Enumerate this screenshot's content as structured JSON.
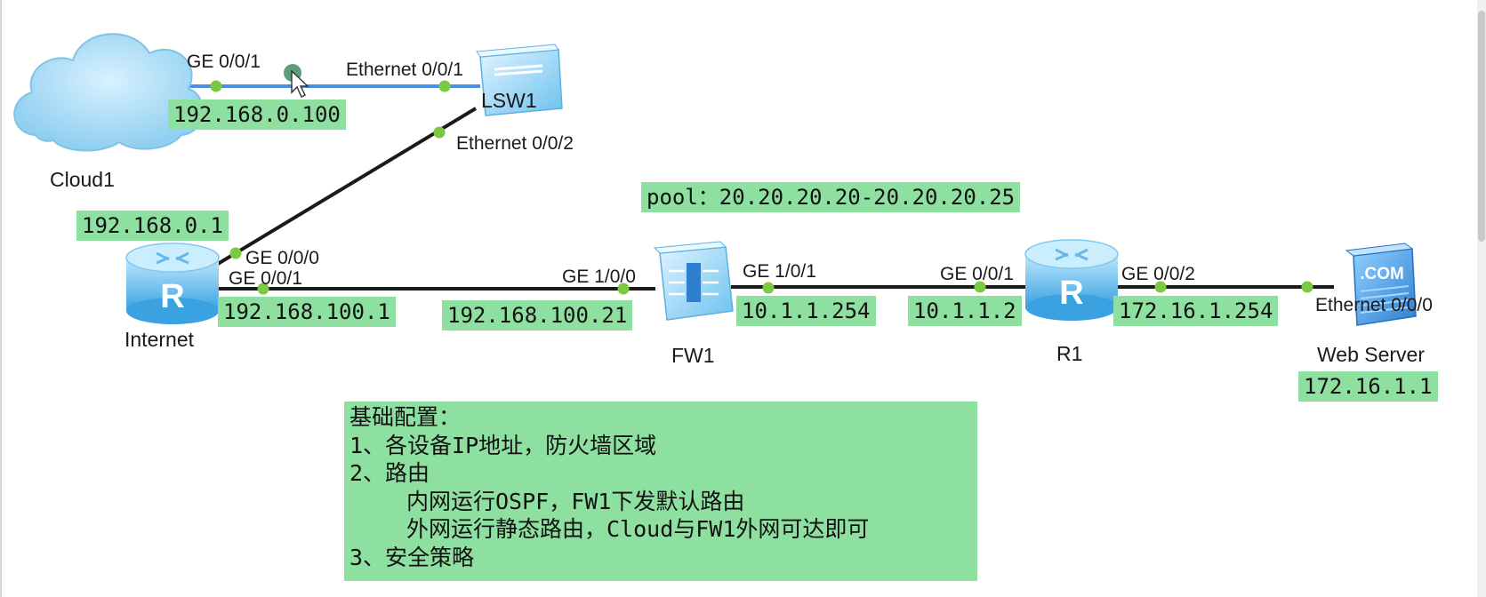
{
  "devices": {
    "cloud1": "Cloud1",
    "lsw1": "LSW1",
    "internet": "Internet",
    "fw1": "FW1",
    "r1": "R1",
    "web_server": "Web Server",
    "web_server_icon_text": ".COM"
  },
  "ports": {
    "cloud_ge001": "GE 0/0/1",
    "lsw_eth001": "Ethernet 0/0/1",
    "lsw_eth002": "Ethernet 0/0/2",
    "internet_ge000": "GE 0/0/0",
    "internet_ge001": "GE 0/0/1",
    "fw_ge100": "GE 1/0/0",
    "fw_ge101": "GE 1/0/1",
    "r1_ge001": "GE 0/0/1",
    "r1_ge002": "GE 0/0/2",
    "server_eth000": "Ethernet 0/0/0"
  },
  "ips": {
    "cloud": "192.168.0.100",
    "internet_to_lsw": "192.168.0.1",
    "internet_to_fw": "192.168.100.1",
    "fw_outside": "192.168.100.21",
    "fw_inside": "10.1.1.254",
    "r1_to_fw": "10.1.1.2",
    "r1_to_server": "172.16.1.254",
    "server": "172.16.1.1"
  },
  "pool": "pool：20.20.20.20-20.20.20.25",
  "notes": {
    "title": "基础配置：",
    "item1": "1、各设备IP地址，防火墙区域",
    "item2": "2、路由",
    "item2a": "内网运行OSPF，FW1下发默认路由",
    "item2b": "外网运行静态路由，Cloud与FW1外网可达即可",
    "item3": "3、安全策略"
  },
  "colors": {
    "highlight": "#8ee0a0",
    "port_dot": "#7bc843",
    "link": "#1a1a1a",
    "cloud_link": "#4a90e2"
  }
}
